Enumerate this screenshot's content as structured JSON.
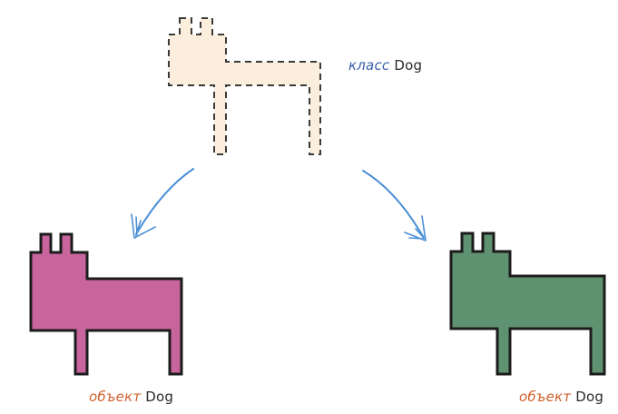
{
  "class_label": {
    "keyword": "класс",
    "name": "Dog"
  },
  "object_left_label": {
    "keyword": "объект",
    "name": "Dog"
  },
  "object_right_label": {
    "keyword": "объект",
    "name": "Dog"
  },
  "colors": {
    "class_keyword": "#3b5fa8",
    "object_keyword": "#d0612e",
    "class_fill": "#fbeedc",
    "left_object_fill": "#c8659c",
    "right_object_fill": "#5f9270",
    "arrow": "#4a8fd6",
    "outline": "#1c1c1c"
  }
}
